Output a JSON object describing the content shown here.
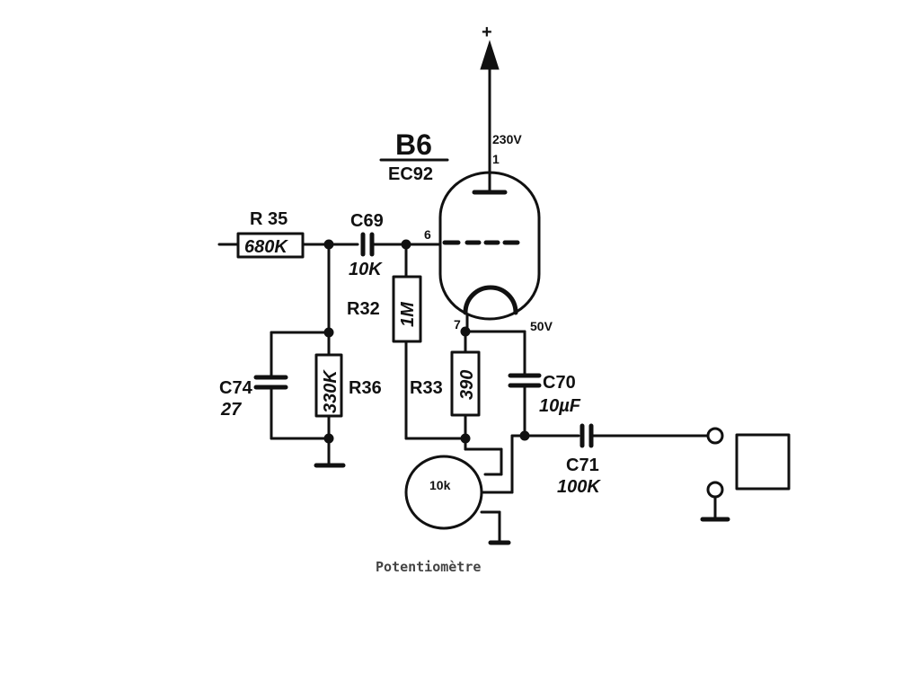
{
  "tube": {
    "name": "B6",
    "type": "EC92"
  },
  "supply": {
    "symbol": "+",
    "voltage": "230V"
  },
  "pins": {
    "plate": "1",
    "grid": "6",
    "cathode": "7",
    "cathode_voltage": "50V"
  },
  "components": {
    "R35": {
      "label": "R 35",
      "value": "680K"
    },
    "C69": {
      "label": "C69",
      "value": "10K"
    },
    "R32": {
      "label": "R32",
      "value": "1M"
    },
    "C74": {
      "label": "C74",
      "value": "27"
    },
    "R36": {
      "label": "R36",
      "value": "330K"
    },
    "R33": {
      "label": "R33",
      "value": "390"
    },
    "C70": {
      "label": "C70",
      "value": "10µF"
    },
    "C71": {
      "label": "C71",
      "value": "100K"
    }
  },
  "potentiometer": {
    "value": "10k",
    "caption": "Potentiomètre"
  },
  "amplifier_icon": "triangle-play-icon"
}
